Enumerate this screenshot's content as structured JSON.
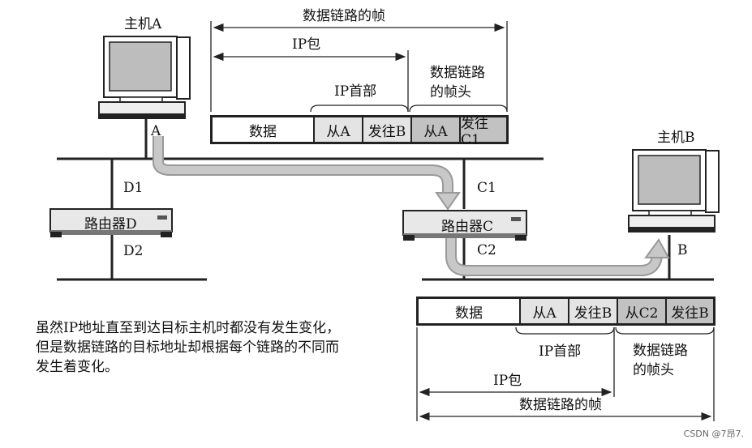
{
  "top": {
    "frame_label": "数据链路的帧",
    "ip_packet_label": "IP包",
    "ip_header_label": "IP首部",
    "dl_header_label": "数据链路\n的帧头",
    "cells": [
      "数据",
      "从A",
      "发往B",
      "从A",
      "发往C1"
    ]
  },
  "bottom": {
    "frame_label": "数据链路的帧",
    "ip_packet_label": "IP包",
    "ip_header_label": "IP首部",
    "dl_header_label": "数据链路\n的帧头",
    "cells": [
      "数据",
      "从A",
      "发往B",
      "从C2",
      "发往B"
    ]
  },
  "hosts": {
    "a_title": "主机A",
    "a_port": "A",
    "b_title": "主机B",
    "b_port": "B"
  },
  "routers": {
    "d_label": "路由器D",
    "d_port_top": "D1",
    "d_port_bottom": "D2",
    "c_label": "路由器C",
    "c_port_top": "C1",
    "c_port_bottom": "C2"
  },
  "caption": [
    "虽然IP地址直至到达目标主机时都没有发生变化，",
    "但是数据链路的目标地址却根据每个链路的不同而",
    "发生着变化。"
  ],
  "watermark": "CSDN @7昂7."
}
